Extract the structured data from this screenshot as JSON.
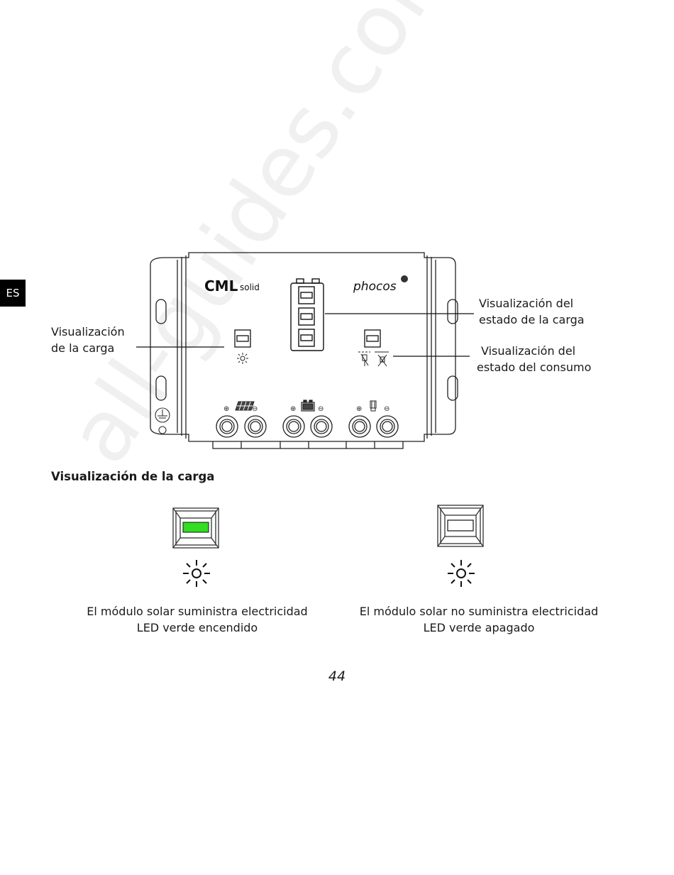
{
  "page": {
    "language_tab": "ES",
    "section_heading": "Visualización de la carga",
    "page_number": "44",
    "watermark": "all-guides.com"
  },
  "device": {
    "model_main": "CML",
    "model_suffix": "solid",
    "brand": "phocos"
  },
  "callouts": {
    "charge_display_left": [
      "Visualización",
      "de la carga"
    ],
    "charge_state_display": [
      "Visualización del",
      "estado de la carga"
    ],
    "load_state_display": [
      "Visualización del",
      "estado del consumo"
    ]
  },
  "indicators": [
    {
      "state": "on",
      "led_color": "#33dd22",
      "caption_line1": "El módulo solar suministra electricidad",
      "caption_line2": "LED verde encendido"
    },
    {
      "state": "off",
      "led_color": "#ffffff",
      "caption_line1": "El módulo solar no suministra electricidad",
      "caption_line2": "LED verde apagado"
    }
  ],
  "icons": {
    "sun": "sun-icon",
    "solar_panel": "solar-panel-icon",
    "battery": "battery-icon",
    "lamp": "lamp-icon",
    "ground": "ground-icon",
    "plus": "⊕",
    "minus": "⊖"
  }
}
